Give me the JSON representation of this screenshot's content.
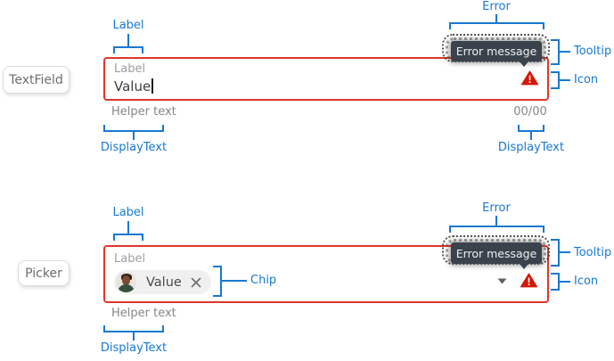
{
  "colors": {
    "annotation_blue": "#1878d2",
    "error_border_red": "#e0362a",
    "warning_icon_red": "#d2190b",
    "tooltip_bg": "#3a424c"
  },
  "textfield": {
    "badge_label": "TextField",
    "ann_label": "Label",
    "ann_error": "Error",
    "ann_tooltip": "Tooltip",
    "ann_icon": "Icon",
    "ann_display_left": "DisplayText",
    "ann_display_right": "DisplayText",
    "field_label": "Label",
    "field_value": "Value",
    "helper_text": "Helper text",
    "counter": "00/00",
    "tooltip_text": "Error message"
  },
  "picker": {
    "badge_label": "Picker",
    "ann_label": "Label",
    "ann_error": "Error",
    "ann_tooltip": "Tooltip",
    "ann_icon": "Icon",
    "ann_chip": "Chip",
    "ann_display": "DisplayText",
    "field_label": "Label",
    "chip_value": "Value",
    "helper_text": "Helper text",
    "tooltip_text": "Error message"
  }
}
